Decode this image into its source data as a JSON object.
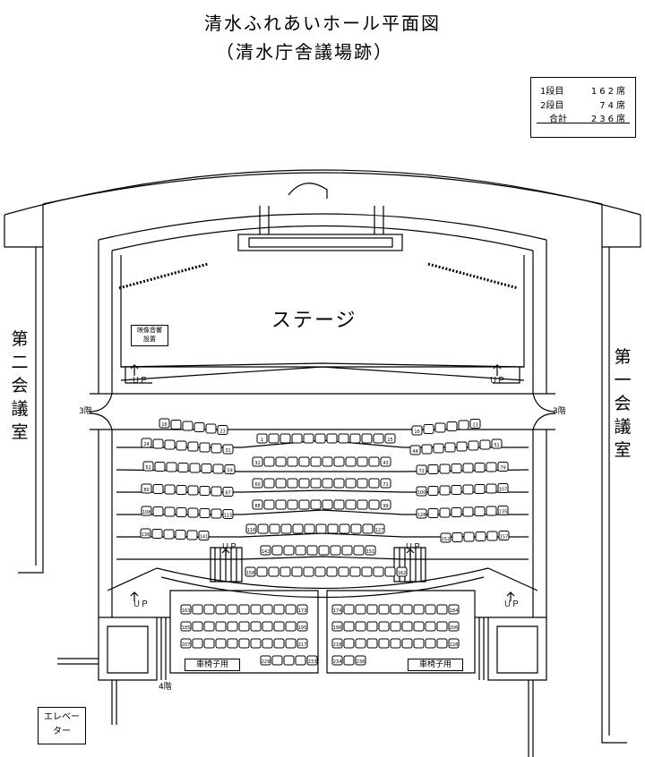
{
  "title": "清水ふれあいホール平面図",
  "subtitle": "（清水庁舎議場跡）",
  "legend": [
    {
      "label": "1段目",
      "value": "162席"
    },
    {
      "label": "2段目",
      "value": "74席"
    },
    {
      "label": "合計",
      "value": "236席"
    }
  ],
  "stage": "ステージ",
  "device_label": [
    "映像音響",
    "設置"
  ],
  "room_left": "第二会議室",
  "room_right": "第一会議室",
  "floor3_left": "3階",
  "floor3_right": "3階",
  "floor4": "4階",
  "up": "ＵＰ",
  "elevator": [
    "エレベー",
    "ター"
  ],
  "wheelchair": "車椅子用",
  "seat_numbers": {
    "row1_left": [
      "16",
      "23"
    ],
    "row1_center": [
      "1",
      "15"
    ],
    "row1_right": [
      "16",
      "23"
    ],
    "row2_left": [
      "24",
      "31"
    ],
    "row2_center": [
      "32",
      "43"
    ],
    "row2_right": [
      "44",
      "51"
    ],
    "row3_left": [
      "52",
      "59"
    ],
    "row3_center": [
      "60",
      "71"
    ],
    "row3_right": [
      "72",
      "79"
    ],
    "row4_left": [
      "80",
      "87"
    ],
    "row4_center": [
      "88",
      "99"
    ],
    "row4_right": [
      "100",
      "107"
    ],
    "row5_left": [
      "108",
      "115"
    ],
    "row5_center": [
      "116",
      "127"
    ],
    "row5_right": [
      "128",
      "135"
    ],
    "row6_left": [
      "136",
      "141"
    ],
    "row6_center": [
      "142",
      "151"
    ],
    "row6_right": [
      "152",
      "157"
    ],
    "row7_center": [
      "158",
      "162"
    ],
    "balc_left": [
      [
        "163",
        "173"
      ],
      [
        "185",
        "195"
      ],
      [
        "207",
        "217"
      ],
      [
        "229",
        "233"
      ]
    ],
    "balc_right": [
      [
        "174",
        "184"
      ],
      [
        "196",
        "206"
      ],
      [
        "218",
        "228"
      ],
      [
        "234",
        "236"
      ]
    ]
  }
}
